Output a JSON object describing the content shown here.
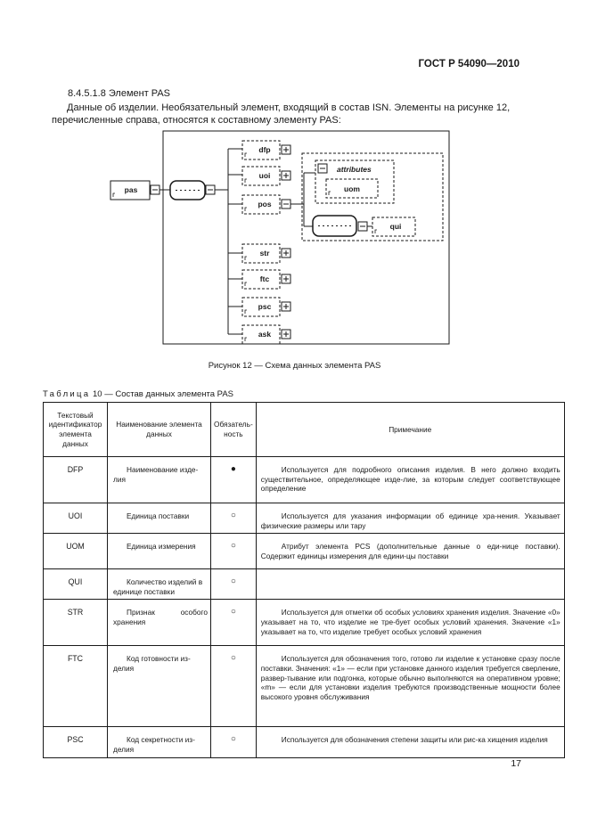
{
  "header": {
    "standard": "ГОСТ Р 54090—2010"
  },
  "section": {
    "number_title": "8.4.5.1.8 Элемент PAS",
    "paragraph": "Данные об изделии. Необязательный элемент, входящий в состав ISN. Элементы на рисунке 12, перечисленные справа, относятся к составному элементу PAS:"
  },
  "diagram": {
    "root": "pas",
    "children": [
      "dfp",
      "uoi",
      "pos",
      "str",
      "ftc",
      "psc",
      "ask"
    ],
    "attributes_label": "attributes",
    "attribute": "uom",
    "nested": "qui"
  },
  "figure": {
    "caption": "Рисунок 12 — Схема данных элемента PAS"
  },
  "table": {
    "caption_prefix": "Таблица",
    "caption_rest": " 10 — Состав данных элемента PAS",
    "headers": {
      "id": "Текстовый идентификатор элемента данных",
      "name": "Наименование элемента данных",
      "req": "Обязатель-ность",
      "note": "Примечание"
    },
    "rows": [
      {
        "id": "DFP",
        "name": "Наименование изде-лия",
        "req": "●",
        "note": "Используется для подробного описания изделия. В него должно входить существительное, определяющее изде-лие, за которым следует соответствующее определение"
      },
      {
        "id": "UOI",
        "name": "Единица поставки",
        "req": "○",
        "note": "Используется для указания информации об единице хра-нения. Указывает физические размеры или тару"
      },
      {
        "id": "UOM",
        "name": "Единица измерения",
        "req": "○",
        "note": "Атрибут элемента PCS (дополнительные данные о еди-нице поставки). Содержит единицы измерения для едини-цы поставки"
      },
      {
        "id": "QUI",
        "name": "Количество изделий в единице поставки",
        "req": "○",
        "note": ""
      },
      {
        "id": "STR",
        "name": "Признак особого хранения",
        "req": "○",
        "note": "Используется для отметки об особых условиях хранения изделия. Значение «0» указывает на то, что изделие не тре-бует особых условий хранения. Значение «1» указывает на то, что изделие требует особых условий хранения"
      },
      {
        "id": "FTC",
        "name": "Код готовности из-делия",
        "req": "○",
        "note": "Используется для обозначения того, готово ли изделие к установке сразу после поставки. Значения: «1» — если при установке данного изделия требуется сверление, развер-тывание или подгонка, которые обычно выполняются на оперативном уровне; «m» — если для установки изделия требуются производственные мощности более высокого уровня обслуживания"
      },
      {
        "id": "PSC",
        "name": "Код секретности из-делия",
        "req": "○",
        "note": "Используется для обозначения степени защиты или рис-ка хищения изделия"
      }
    ]
  },
  "page_number": "17"
}
